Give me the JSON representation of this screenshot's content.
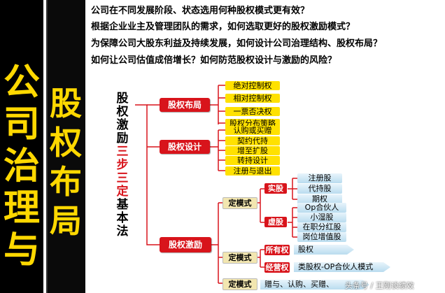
{
  "left_title": "公司治理与",
  "mid_title": "股权布局",
  "questions": [
    "公司在不同发展阶段、状态选用何种股权模式更有效？",
    "根据企业业主及管理团队的需求，如何选取更好的股权激励模式？",
    "为保障公司大股东利益及持续发展，如何设计公司治理结构、股权布局？",
    "如何让公司估值成倍增长？如何防范股权设计与激励的风险？"
  ],
  "vertical_title": {
    "black_top": [
      "股",
      "权",
      "激",
      "励"
    ],
    "red_mid": [
      "三",
      "步",
      "三"
    ],
    "red_last": "定",
    "black_bottom": [
      "基",
      "本",
      "法"
    ]
  },
  "branches": [
    {
      "label": "股权布局",
      "items": [
        "绝对控制权",
        "相对控制权",
        "一票否决权",
        "股权分布策略"
      ]
    },
    {
      "label": "股权设计",
      "items": [
        "认购或买赠",
        "契约代持",
        "增至扩股",
        "转持设计",
        "注册与退出"
      ]
    },
    {
      "label": "股权激励"
    }
  ],
  "incentive": {
    "mode_label": "定模式",
    "shi_gu": {
      "label": "实股",
      "items": [
        "注册股",
        "代持股",
        "期权"
      ]
    },
    "xu_gu": {
      "label": "虚股",
      "items": [
        "Op合伙人",
        "小湿股",
        "在职分红股",
        "岗位增值股"
      ]
    },
    "mode2": {
      "label": "定模式",
      "sub1": "所有权",
      "sub1_item": "股权",
      "sub2": "经营权",
      "sub2_item": "类股权-OP合伙人模式"
    },
    "mode3": {
      "label": "定模式",
      "item": "赠与、认购、买赠、"
    }
  },
  "watermark": "头条号 / 王刚谈绩效",
  "colors": {
    "accent_red": "#d8141b",
    "yellow": "#ffe100",
    "title_yellow": "#ffd800"
  }
}
